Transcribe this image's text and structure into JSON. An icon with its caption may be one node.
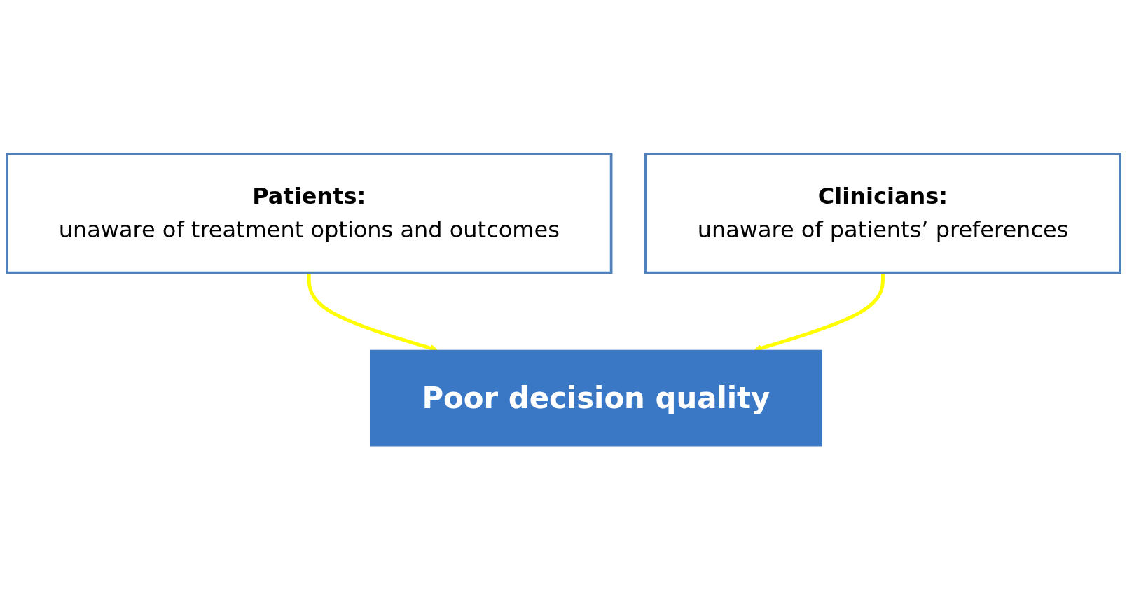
{
  "diagram": {
    "nodes": [
      {
        "text": [
          "Patients:",
          "unaware of treatment options and outcomes"
        ]
      },
      {
        "text": [
          "Clinicians:",
          "unaware of patients’ preferences"
        ]
      },
      {
        "text": [
          "Poor decision quality"
        ]
      }
    ],
    "edges": [
      {
        "from": 0,
        "to": 2,
        "arrow": "to",
        "color": "#ffff00"
      },
      {
        "from": 1,
        "to": 2,
        "arrow": "to",
        "color": "#ffff00"
      }
    ]
  }
}
